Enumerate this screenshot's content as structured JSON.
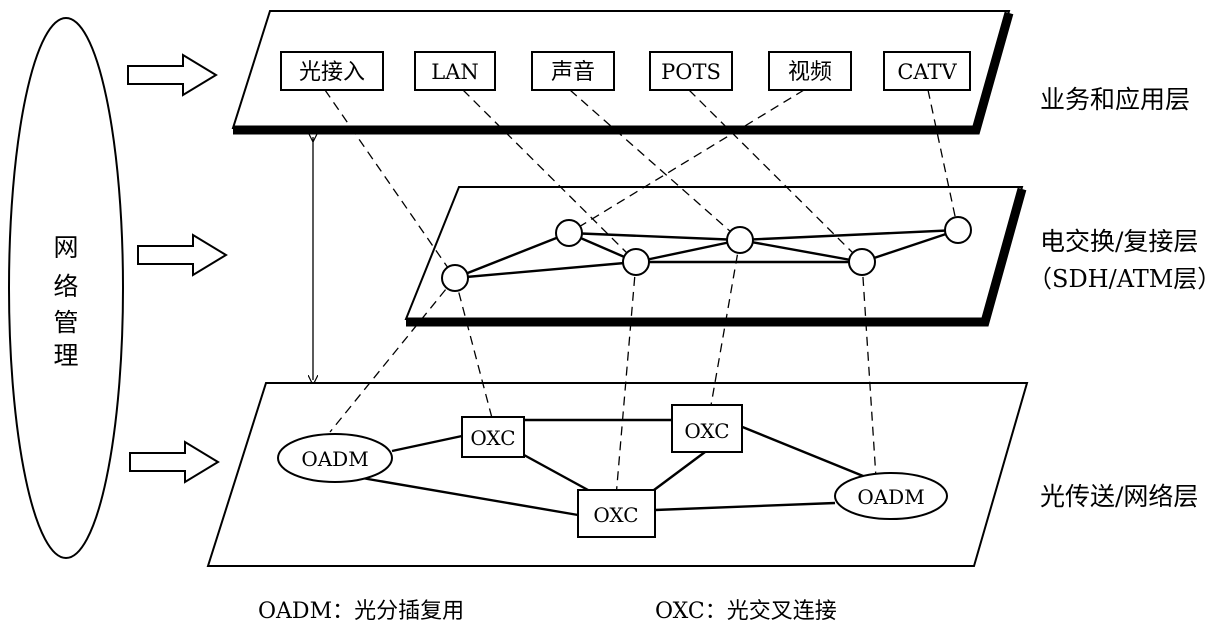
{
  "management_label": [
    "网",
    "络",
    "管",
    "理"
  ],
  "layers": {
    "service": {
      "label": "业务和应用层",
      "items": [
        "光接入",
        "LAN",
        "声音",
        "POTS",
        "视频",
        "CATV"
      ]
    },
    "switching": {
      "label_line1": "电交换/复接层",
      "label_line2": "（SDH/ATM层）"
    },
    "transport": {
      "label": "光传送/网络层",
      "oadm_left": "OADM",
      "oadm_right": "OADM",
      "oxc_a": "OXC",
      "oxc_b": "OXC",
      "oxc_c": "OXC"
    }
  },
  "legend": {
    "oadm": "OADM：光分插复用",
    "oxc": "OXC：光交叉连接"
  }
}
